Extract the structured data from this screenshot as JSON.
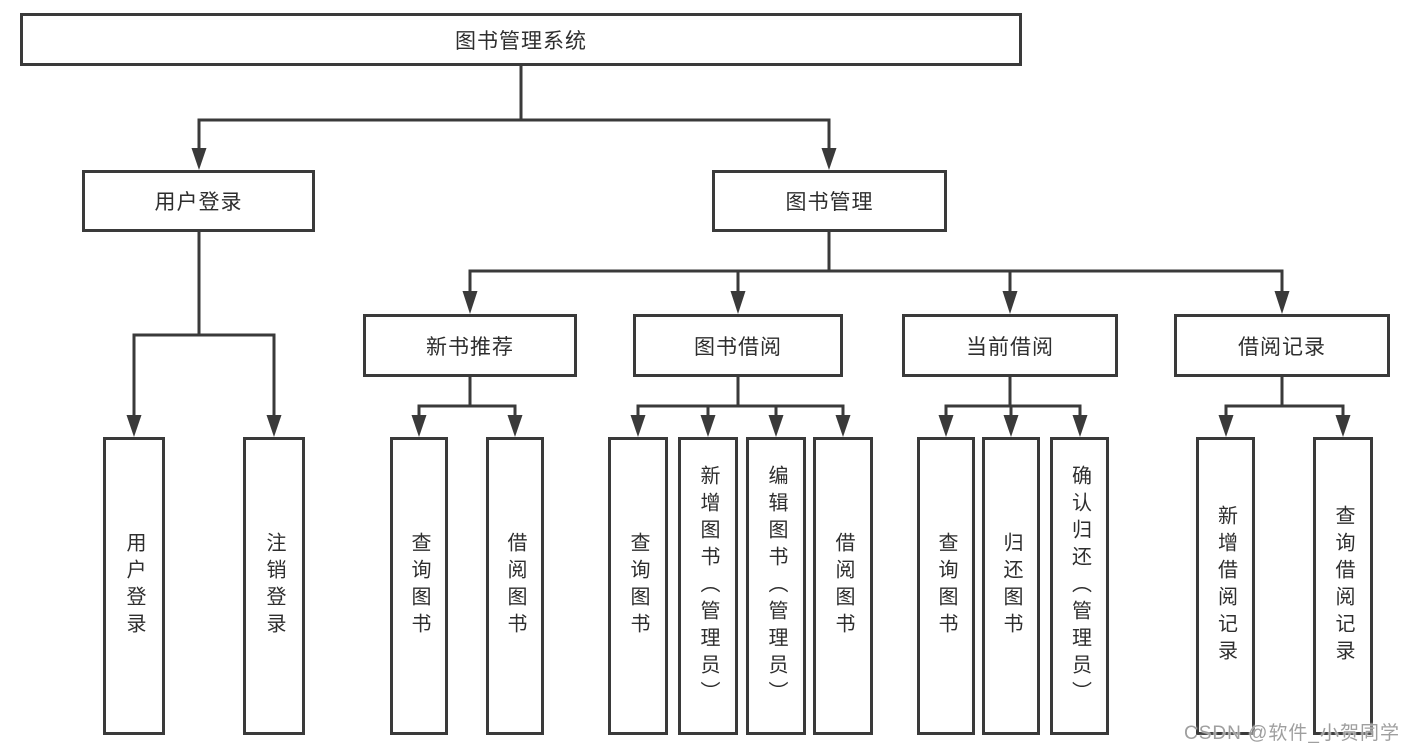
{
  "nodes": {
    "root": {
      "label": "图书管理系统"
    },
    "level2": [
      {
        "id": "user-login",
        "label": "用户登录",
        "parent": "图书管理系统"
      },
      {
        "id": "book-management",
        "label": "图书管理",
        "parent": "图书管理系统"
      }
    ],
    "level3": [
      {
        "id": "new-book-recommend",
        "label": "新书推荐",
        "parent": "图书管理"
      },
      {
        "id": "book-borrow",
        "label": "图书借阅",
        "parent": "图书管理"
      },
      {
        "id": "current-borrow",
        "label": "当前借阅",
        "parent": "图书管理"
      },
      {
        "id": "borrow-records",
        "label": "借阅记录",
        "parent": "图书管理"
      }
    ],
    "leaves": [
      {
        "label": "用户登录",
        "parent": "用户登录"
      },
      {
        "label": "注销登录",
        "parent": "用户登录"
      },
      {
        "label": "查询图书",
        "parent": "新书推荐"
      },
      {
        "label": "借阅图书",
        "parent": "新书推荐"
      },
      {
        "label": "查询图书",
        "parent": "图书借阅"
      },
      {
        "label": "新增图书（管理员）",
        "parent": "图书借阅"
      },
      {
        "label": "编辑图书（管理员）",
        "parent": "图书借阅"
      },
      {
        "label": "借阅图书",
        "parent": "图书借阅"
      },
      {
        "label": "查询图书",
        "parent": "当前借阅"
      },
      {
        "label": "归还图书",
        "parent": "当前借阅"
      },
      {
        "label": "确认归还（管理员）",
        "parent": "当前借阅"
      },
      {
        "label": "新增借阅记录",
        "parent": "借阅记录"
      },
      {
        "label": "查询借阅记录",
        "parent": "借阅记录"
      }
    ]
  },
  "watermark": {
    "text": "CSDN @软件_小贺同学"
  },
  "colors": {
    "line": "#3a3a3a",
    "box_border": "#3a3a3a",
    "text": "#2e2e2e",
    "background": "#ffffff",
    "watermark": "#9f9f9f"
  }
}
